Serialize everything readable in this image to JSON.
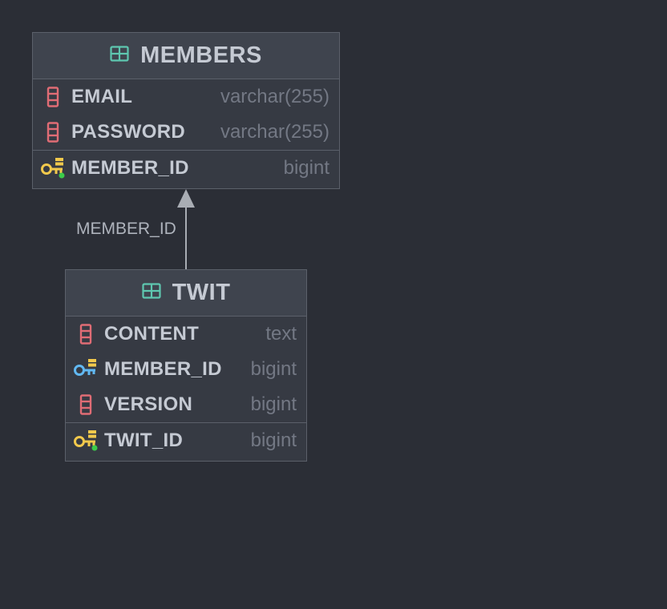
{
  "colors": {
    "background": "#2b2e36",
    "table_icon": "#5ec7b0",
    "column_icon": "#e06c75",
    "primary_key_icon": "#f2c94c",
    "foreign_key_icon": "#61b8f2",
    "edge": "#a9adb4"
  },
  "tables": {
    "members": {
      "title": "MEMBERS",
      "columns": [
        {
          "name": "EMAIL",
          "type": "varchar(255)",
          "icon": "column-icon"
        },
        {
          "name": "PASSWORD",
          "type": "varchar(255)",
          "icon": "column-icon"
        }
      ],
      "primary_key": {
        "name": "MEMBER_ID",
        "type": "bigint",
        "icon": "primary-key-icon"
      }
    },
    "twit": {
      "title": "TWIT",
      "columns": [
        {
          "name": "CONTENT",
          "type": "text",
          "icon": "column-icon"
        },
        {
          "name": "MEMBER_ID",
          "type": "bigint",
          "icon": "foreign-key-icon"
        },
        {
          "name": "VERSION",
          "type": "bigint",
          "icon": "column-icon"
        }
      ],
      "primary_key": {
        "name": "TWIT_ID",
        "type": "bigint",
        "icon": "primary-key-icon"
      }
    }
  },
  "relationship": {
    "label": "MEMBER_ID",
    "from": "TWIT",
    "to": "MEMBERS"
  }
}
